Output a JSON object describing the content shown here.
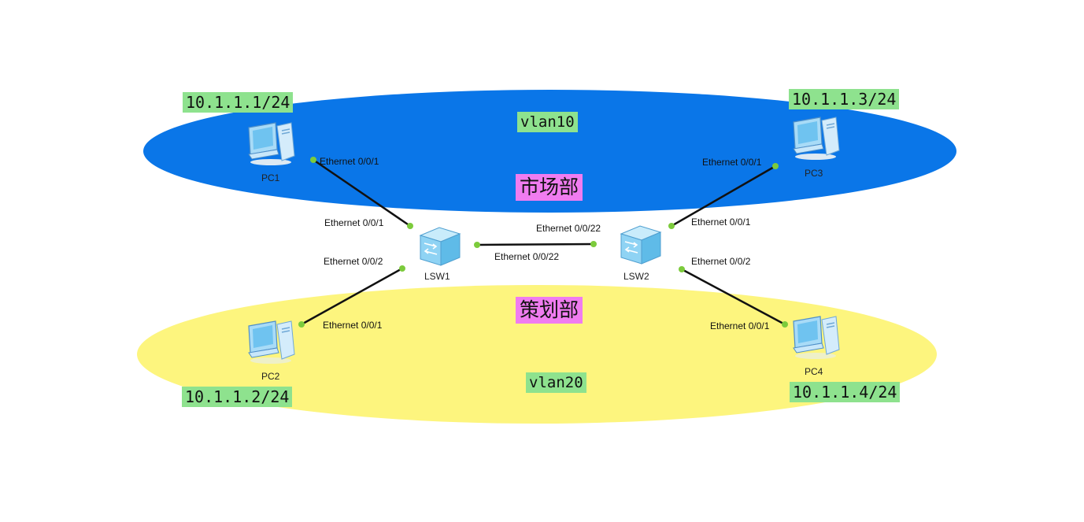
{
  "zones": {
    "marketing": {
      "vlan": "vlan10",
      "department": "市场部",
      "color": "#0a76e8"
    },
    "planning": {
      "vlan": "vlan20",
      "department": "策划部",
      "color": "#fdf57e"
    }
  },
  "devices": {
    "pc1": {
      "name": "PC1",
      "ip": "10.1.1.1/24",
      "port": "Ethernet 0/0/1"
    },
    "pc2": {
      "name": "PC2",
      "ip": "10.1.1.2/24",
      "port": "Ethernet 0/0/1"
    },
    "pc3": {
      "name": "PC3",
      "ip": "10.1.1.3/24",
      "port": "Ethernet 0/0/1"
    },
    "pc4": {
      "name": "PC4",
      "ip": "10.1.1.4/24",
      "port": "Ethernet 0/0/1"
    },
    "lsw1": {
      "name": "LSW1",
      "port_pc1": "Ethernet 0/0/1",
      "port_pc2": "Ethernet 0/0/2",
      "port_trunk": "Ethernet 0/0/22"
    },
    "lsw2": {
      "name": "LSW2",
      "port_pc3": "Ethernet 0/0/1",
      "port_pc4": "Ethernet 0/0/2",
      "port_trunk": "Ethernet 0/0/22"
    }
  },
  "colors": {
    "link": "#111111",
    "port_dot": "#7ccb3c",
    "label_bg": "#8ee28e",
    "dept_bg": "#f07cf0"
  }
}
